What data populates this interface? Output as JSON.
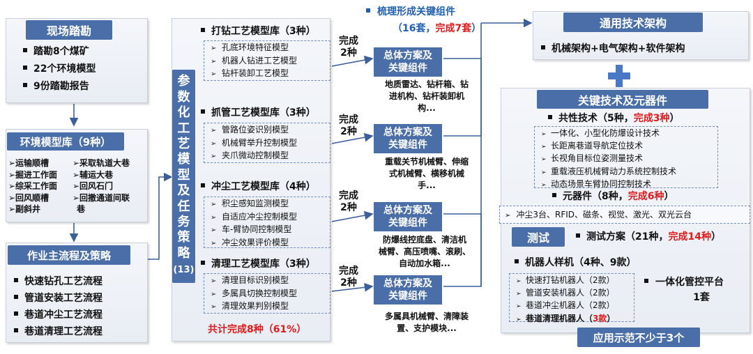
{
  "field_survey": {
    "title": "现场踏勘",
    "items": [
      "踏勘8个煤矿",
      "22个环境模型",
      "9份踏勘报告"
    ]
  },
  "env_library": {
    "title": "环境模型库（9种）",
    "left": [
      "➢运输顺槽",
      "➢掘进工作面",
      "➢综采工作面",
      "➢回风顺槽",
      "➢副斜井"
    ],
    "right": [
      "➢采取轨道大巷",
      "➢辅运大巷",
      "➢回风石门",
      "➢回撤通道间联",
      "巷"
    ]
  },
  "main_process": {
    "title": "作业主流程及策略",
    "items": [
      "快速钻孔工艺流程",
      "管道安装工艺流程",
      "巷道冲尘工艺流程",
      "巷道清理工艺流程"
    ]
  },
  "vertical_label": {
    "chars": [
      "参",
      "数",
      "化",
      "工",
      "艺",
      "模",
      "型",
      "及",
      "任",
      "务",
      "策",
      "略"
    ],
    "count": "(13)"
  },
  "process_libraries": [
    {
      "title": "打钻工艺模型库（3种）",
      "items": [
        "孔底环境特征模型",
        "机器人钻进工艺模型",
        "钻杆装卸工艺模型"
      ],
      "done": [
        "完成",
        "2种"
      ]
    },
    {
      "title": "抓管工艺模型库（3种）",
      "items": [
        "管路位姿识别模型",
        "机械臂举升控制模型",
        "夹爪微动控制模型"
      ],
      "done": [
        "完成",
        "2种"
      ]
    },
    {
      "title": "冲尘工艺模型库（4种）",
      "items": [
        "积尘感知监测模型",
        "自适应冲尘控制模型",
        "车-臂协同控制模型",
        "冲尘效果评价模型"
      ],
      "done": [
        "完成",
        "2种"
      ]
    },
    {
      "title": "清理工艺模型库（3种）",
      "items": [
        "清理目标识别模型",
        "多属具切换控制模型",
        "清理效果判别模型"
      ],
      "done": [
        "完成",
        "2种"
      ]
    }
  ],
  "total_complete": "共计完成8种（61%）",
  "sorting": {
    "title": "梳理形成关键组件",
    "paren_open": "（16套，",
    "done_red": "完成7套",
    "paren_close": "）"
  },
  "solutions": [
    {
      "label": [
        "总体方案及",
        "关键组件"
      ],
      "components": [
        "地质雷达、钻杆箱、钻",
        "进机构、钻杆装卸机",
        "构..."
      ]
    },
    {
      "label": [
        "总体方案及",
        "关键组件"
      ],
      "components": [
        "重载关节机械臂、伸缩",
        "式机械臂、横移机械",
        "手..."
      ]
    },
    {
      "label": [
        "总体方案及",
        "关键组件"
      ],
      "components": [
        "防爆线控底盘、清洁机",
        "械臂、高压喷嘴、滚刷、",
        "自动加水箱..."
      ]
    },
    {
      "label": [
        "总体方案及",
        "关键组件"
      ],
      "components": [
        "多属具机械臂、清障装",
        "置、支护模块..."
      ]
    }
  ],
  "general_arch": {
    "title": "通用技术架构",
    "item": "机械架构+电气架构+软件架构"
  },
  "plus_icon": "plus-icon",
  "key_tech": {
    "title": "关键技术及元器件",
    "common_prefix": "共性技术（5种，",
    "common_red": "完成3种",
    "common_suffix": "）",
    "items": [
      "一体化、小型化防爆设计技术",
      "长距离巷道导航定位技术",
      "长视角目标位姿测量技术",
      "重载液压机械臂动力系统控制技术",
      "动态场景车臂协同控制技术"
    ],
    "parts_prefix": "元器件（8种，",
    "parts_red": "完成6种",
    "parts_suffix": "）",
    "parts_line": "冲尘3台、RFID、磁条、视觉、激光、双光云台"
  },
  "testing": {
    "title": "测试",
    "plan_prefix": "测试方案（21种，",
    "plan_red": "完成14种",
    "plan_suffix": "）",
    "prototype_title": "机器人样机（4种、9款）",
    "prototypes": [
      "快速打钻机器人（2款）",
      "管道安装机器人（2款）",
      "巷道冲尘机器人（2款）"
    ],
    "last_proto_prefix": "巷道清理机器人（",
    "last_proto_red": "3款",
    "last_proto_suffix": "）",
    "platform_line1": "一体化管控平台",
    "platform_line2": "1套",
    "demo": "应用示范不少于3个"
  },
  "colors": {
    "banner": "#4a6ea8",
    "red": "#e11b1b",
    "accent_blue": "#1f5fb4",
    "dashed": "#6b8cc4"
  }
}
